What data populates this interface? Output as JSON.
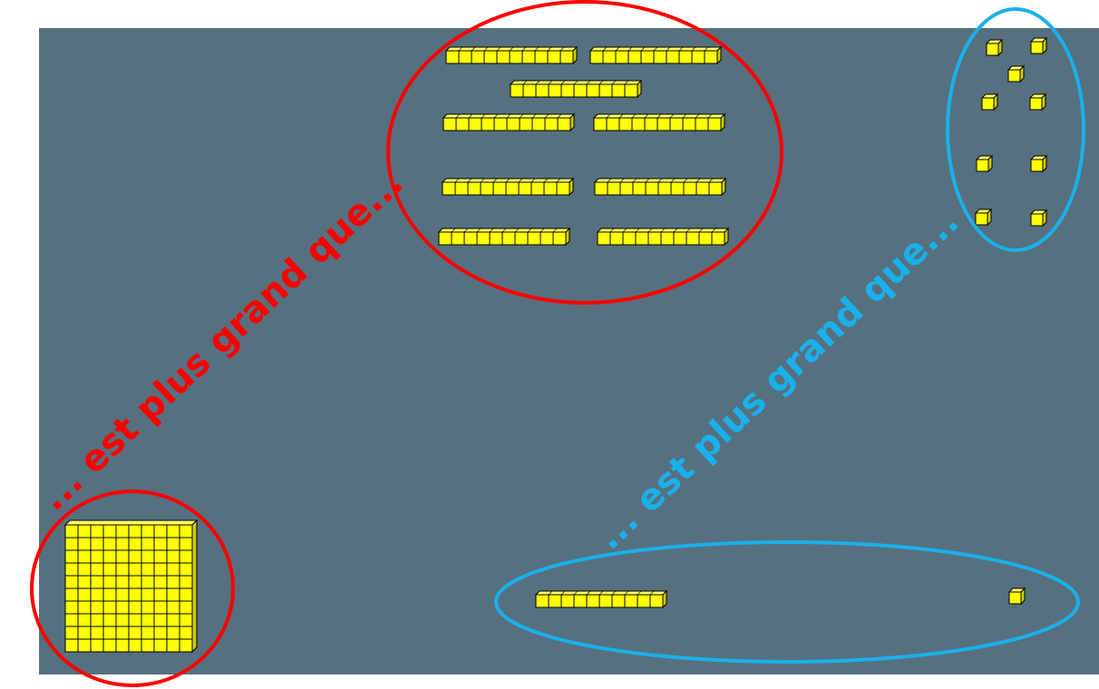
{
  "colors": {
    "background": "#56707f",
    "frame": "#ffffff",
    "block_face": "#ffff00",
    "block_shade": "#cccc00",
    "block_top": "#ffff66",
    "block_edge": "#000000",
    "red_group": "#ff0000",
    "blue_group": "#1ab0ea"
  },
  "labels": {
    "red_comparison": "... est plus grand que...",
    "blue_comparison": "... est plus grand que..."
  },
  "groups": {
    "hundred": {
      "name": "hundred-block",
      "blocks": [
        "flat"
      ],
      "units": 100
    },
    "ten_rods": {
      "name": "ten-rods",
      "blocks": [
        "rod",
        "rod",
        "rod",
        "rod",
        "rod",
        "rod",
        "rod",
        "rod",
        "rod"
      ],
      "units": 90
    },
    "unit_cubes": {
      "name": "unit-cubes",
      "blocks": [
        "cube",
        "cube",
        "cube",
        "cube",
        "cube",
        "cube",
        "cube",
        "cube",
        "cube"
      ],
      "units": 9
    },
    "rod_and_cube": {
      "name": "rod-and-cube",
      "blocks": [
        "rod",
        "cube"
      ],
      "units": 11
    }
  }
}
